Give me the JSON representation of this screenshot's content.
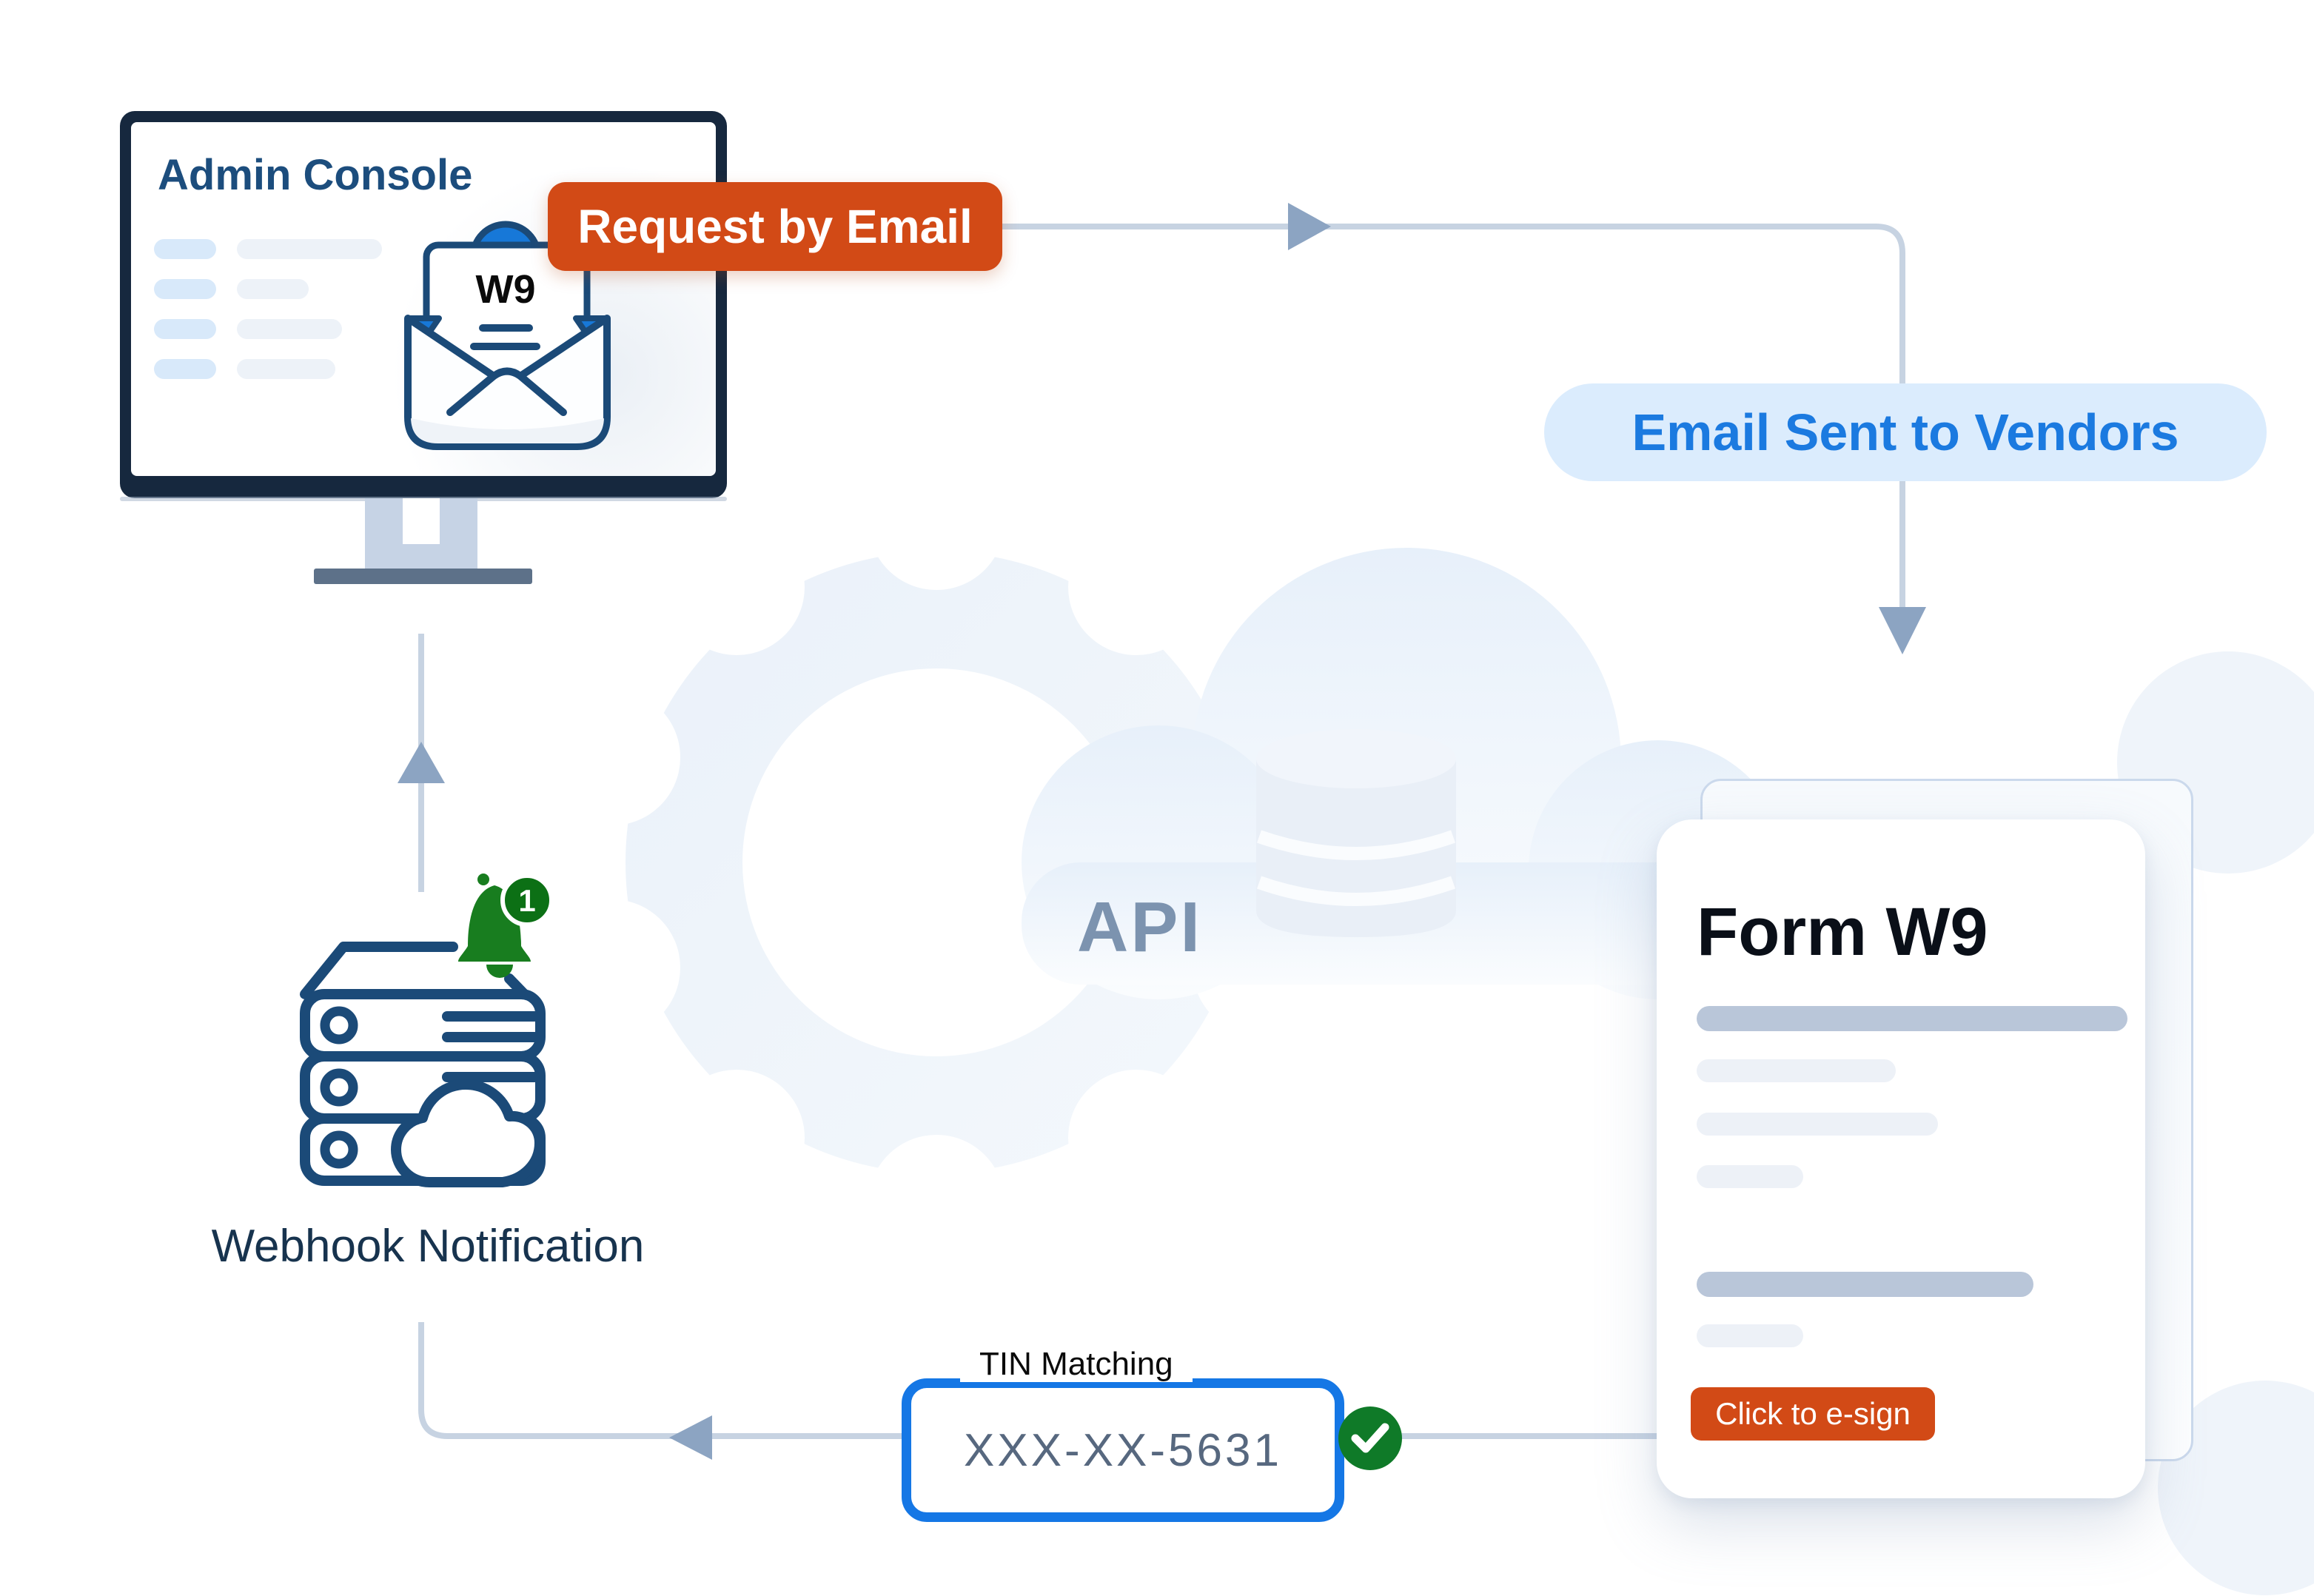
{
  "background": {
    "api_label": "API",
    "watermark_icons": [
      "gear-icon",
      "cloud-icon",
      "database-icon"
    ],
    "watermark_color": "#ECF2F9"
  },
  "admin_console": {
    "title": "Admin Console",
    "envelope_label": "W9"
  },
  "flow": {
    "request_label": "Request by Email",
    "email_sent_label": "Email Sent to Vendors",
    "line_color": "#C7D3E2",
    "arrow_color": "#8CA4C2"
  },
  "form_card": {
    "title": "Form W9",
    "esign_label": "Click to e-sign"
  },
  "tin": {
    "label": "TIN Matching",
    "value": "XXX-XX-5631",
    "border_color": "#1577E5"
  },
  "webhook": {
    "label": "Webhook Notification",
    "badge_count": "1",
    "bell_color": "#187D1F",
    "check_color": "#0F7A28"
  },
  "colors": {
    "accent_orange": "#D24A16",
    "navy_stroke": "#1B4A78",
    "monitor_frame": "#16283E",
    "title_blue": "#1C4D7D",
    "pill_bg": "#DBECFD",
    "pill_text": "#1B7AE0",
    "api_text": "#7C93AF"
  }
}
